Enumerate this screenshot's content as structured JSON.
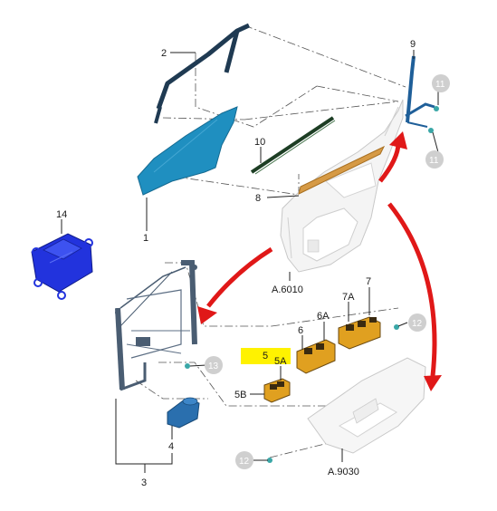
{
  "labels": {
    "l2": "2",
    "l1": "1",
    "l10": "10",
    "l8": "8",
    "l9": "9",
    "l11a": "11",
    "l11b": "11",
    "l14": "14",
    "lA6010": "A.6010",
    "l7": "7",
    "l7A": "7A",
    "l6": "6",
    "l6A": "6A",
    "l5": "5",
    "l5A": "5A",
    "l5B": "5B",
    "l12a": "12",
    "l12b": "12",
    "l13": "13",
    "l4": "4",
    "l3": "3",
    "lA9030": "A.9030"
  },
  "colors": {
    "glass": "#1f8fc0",
    "seal": "#1f3a52",
    "ecu": "#2233dd",
    "switch": "#e0a020",
    "highlight": "#fff200",
    "arrow": "#e01818",
    "grey_callout": "#cfcfcf"
  }
}
